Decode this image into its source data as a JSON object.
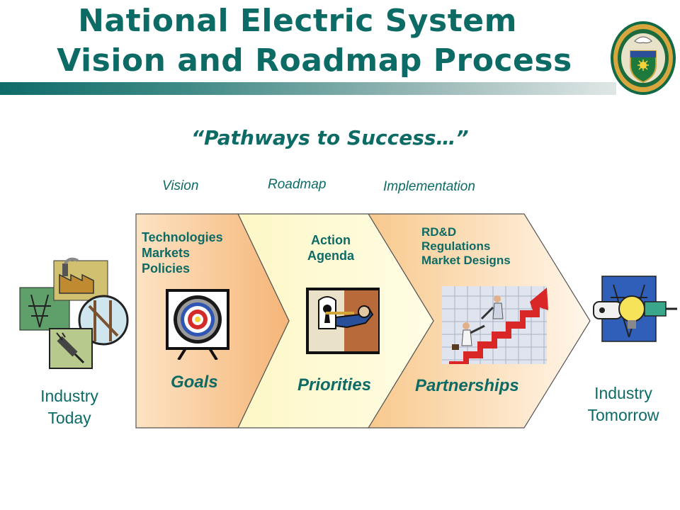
{
  "title": {
    "line1": "National Electric System",
    "line2": "Vision and Roadmap Process"
  },
  "tagline": "“Pathways to Success…”",
  "phases": {
    "vision": "Vision",
    "roadmap": "Roadmap",
    "implementation": "Implementation"
  },
  "stages": {
    "goals": {
      "items": [
        "Technologies",
        "Markets",
        "Policies"
      ],
      "label": "Goals"
    },
    "priorities": {
      "items": [
        "Action",
        "Agenda"
      ],
      "label": "Priorities"
    },
    "partnerships": {
      "items": [
        "RD&D",
        "Regulations",
        "Market Designs"
      ],
      "label": "Partnerships"
    }
  },
  "industry_today": [
    "Industry",
    "Today"
  ],
  "industry_tomorrow": [
    "Industry",
    "Tomorrow"
  ],
  "colors": {
    "title": "#0d6b66",
    "goals_fill": "#f6c793",
    "priorities_fill": "#fdfbcf",
    "partnerships_fill": "#fbe3c7"
  },
  "icons": {
    "seal": "doe-seal-icon",
    "industry_today": "industry-today-collage-icon",
    "goals": "target-icon",
    "priorities": "key-in-lock-icon",
    "partnerships": "climbing-arrow-chart-icon",
    "industry_tomorrow": "future-energy-icon"
  }
}
